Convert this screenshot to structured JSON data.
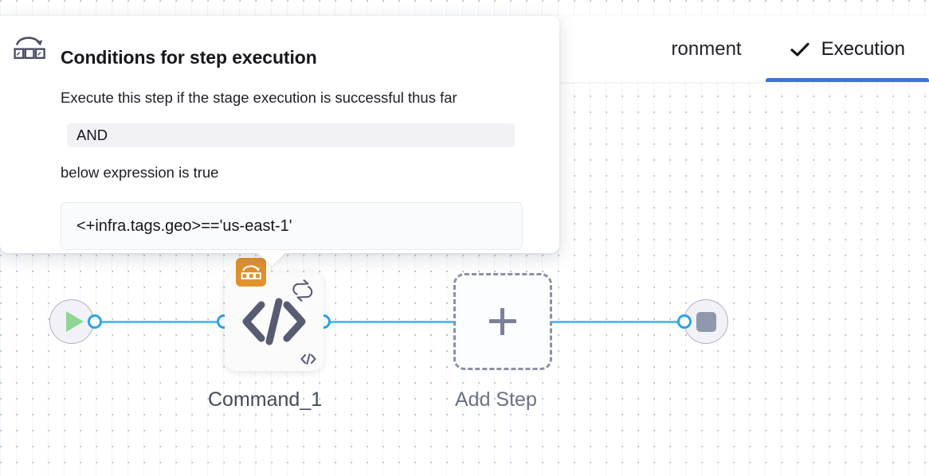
{
  "tabs": [
    {
      "label": "ronment",
      "icon": "",
      "active": false,
      "truncated": true
    },
    {
      "label": "Execution",
      "icon": "check-icon",
      "active": true
    }
  ],
  "tooltip": {
    "icon": "condition-step-icon",
    "title": "Conditions for step execution",
    "line1": "Execute this step if the stage execution is successful thus far",
    "operator": "AND",
    "line2": "below expression is true",
    "expression": "<+infra.tags.geo>=='us-east-1'"
  },
  "flow": {
    "start_node": {
      "icon": "play-icon",
      "name": "start-node"
    },
    "end_node": {
      "icon": "stop-icon",
      "name": "end-node"
    },
    "step": {
      "label": "Command_1",
      "icon": "code-icon",
      "badge_icon": "condition-step-icon",
      "retry_icon": "loop-retry-icon",
      "mini_icon": "code-icon"
    },
    "add_step": {
      "label": "Add Step",
      "icon": "plus-icon"
    }
  },
  "colors": {
    "accent_blue": "#3f74d3",
    "edge_blue": "#5dbaf0",
    "port_blue": "#2da2e8",
    "badge_orange": "#e0922f",
    "play_green": "#8fd694",
    "stop_gray": "#9098ae"
  }
}
